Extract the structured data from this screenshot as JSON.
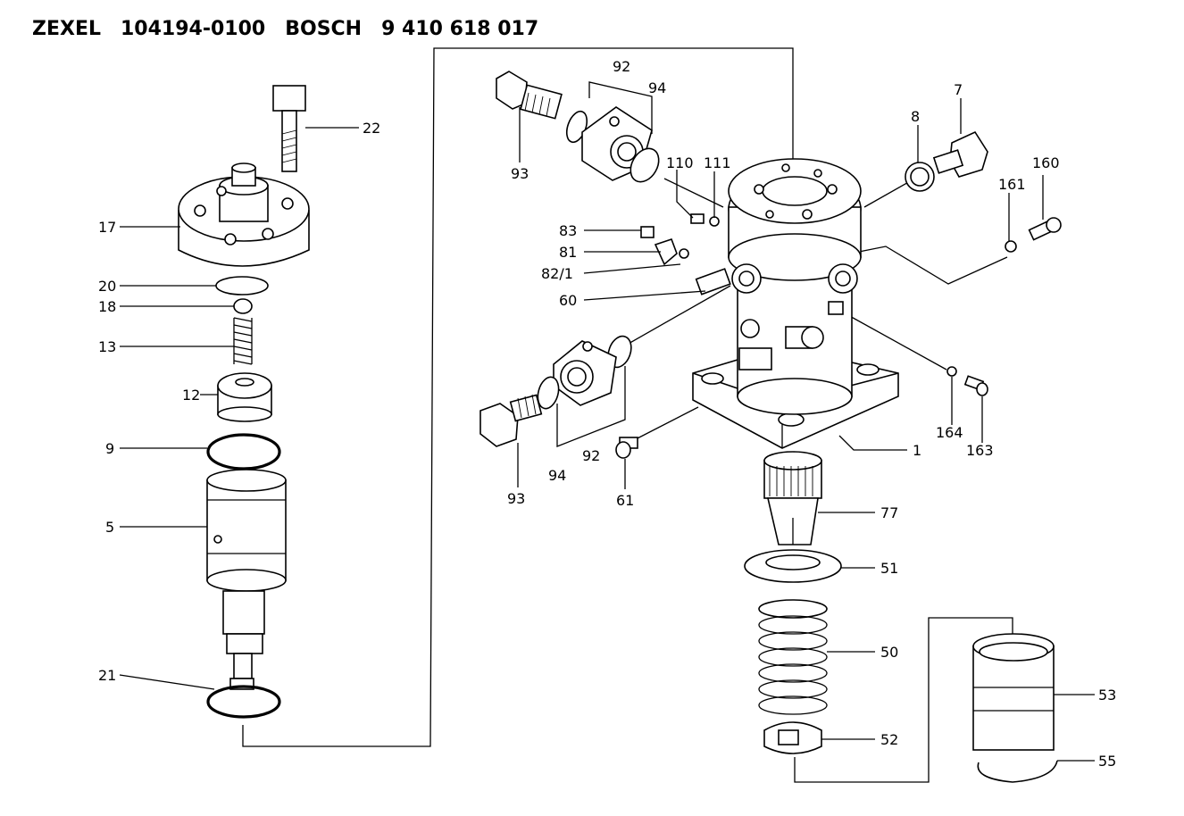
{
  "header": {
    "brand": "ZEXEL",
    "part_no": "104194-0100",
    "oem": "BOSCH",
    "oem_no": "9 410 618 017"
  },
  "callouts": {
    "c22": "22",
    "c17": "17",
    "c20": "20",
    "c18": "18",
    "c13": "13",
    "c12": "12",
    "c9": "9",
    "c5": "5",
    "c21": "21",
    "c92a": "92",
    "c94a": "94",
    "c93a": "93",
    "c110": "110",
    "c111": "111",
    "c8": "8",
    "c7": "7",
    "c160": "160",
    "c161": "161",
    "c83": "83",
    "c81": "81",
    "c821": "82/1",
    "c60": "60",
    "c92b": "92",
    "c94b": "94",
    "c93b": "93",
    "c61": "61",
    "c1": "1",
    "c164": "164",
    "c163": "163",
    "c77": "77",
    "c51": "51",
    "c50": "50",
    "c53": "53",
    "c52": "52",
    "c55": "55"
  }
}
